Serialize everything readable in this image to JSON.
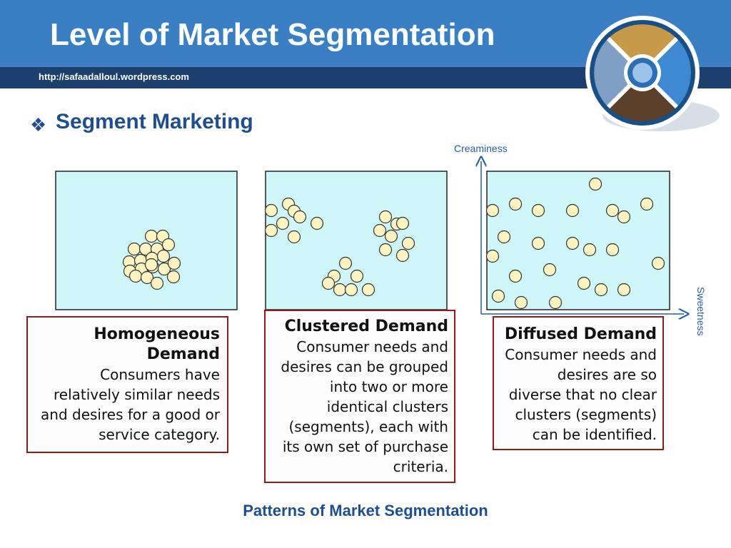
{
  "header": {
    "title": "Level of Market Segmentation",
    "url": "http://safaadalloul.wordpress.com"
  },
  "section": {
    "bullet": "❖",
    "heading": "Segment Marketing"
  },
  "axes": {
    "y_label": "Creaminess",
    "x_label": "Sweetness"
  },
  "panels": [
    {
      "title_lines": [
        "Homogeneous",
        "Demand"
      ],
      "body_lines": [
        "Consumers have",
        "relatively similar needs",
        "and desires  for a good or",
        "service   category."
      ]
    },
    {
      "title_lines": [
        "Clustered Demand"
      ],
      "body_lines": [
        "Consumer needs and",
        "desires can be grouped",
        "into two or more",
        "identical clusters",
        "(segments), each with",
        "its own set of purchase",
        "criteria."
      ]
    },
    {
      "title_lines": [
        "Diffused Demand"
      ],
      "body_lines": [
        "Consumer needs and",
        "desires are so",
        "diverse that no clear",
        "clusters (segments)",
        "can be identified."
      ]
    }
  ],
  "caption": "Patterns of Market Segmentation",
  "colors": {
    "header": "#3a7fc4",
    "subbar": "#1c3f6e",
    "panel_fill": "#cff6f9",
    "dot_fill": "#fbf3c0",
    "box_border": "#8c1c1c",
    "accent_text": "#1f4e8c"
  }
}
